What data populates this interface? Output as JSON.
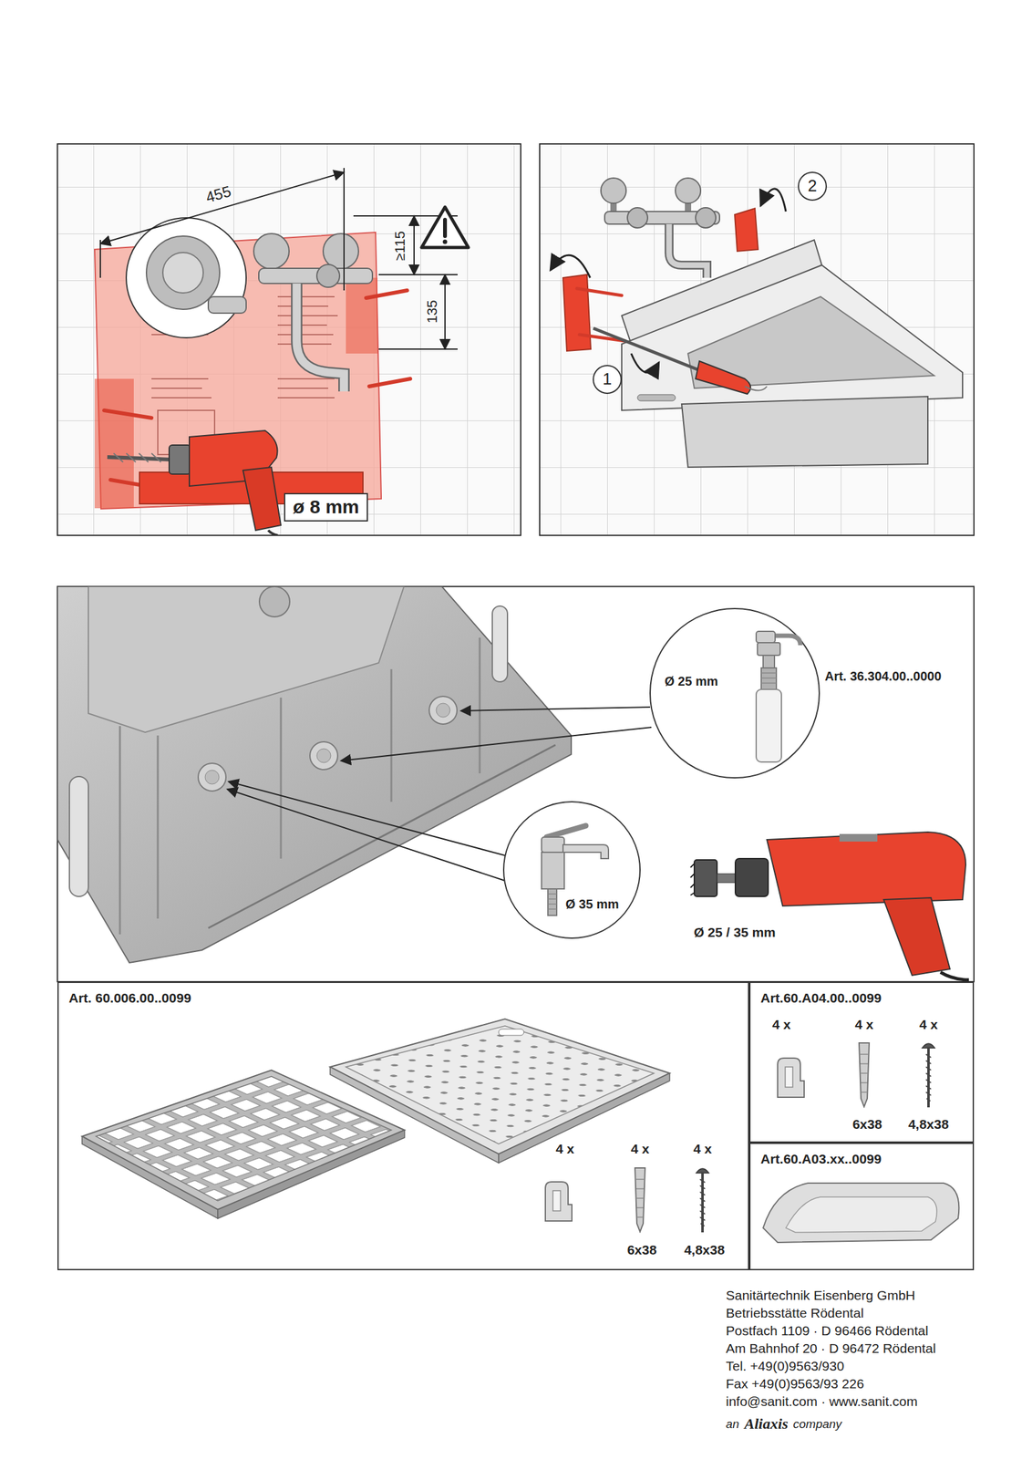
{
  "diagram": {
    "nodes": [
      {
        "text": [
          "ø 8 mm"
        ]
      },
      {
        "text": [
          "1"
        ]
      },
      {
        "text": [
          "2"
        ]
      },
      {
        "text": [
          "Ø 25 mm",
          "Art. 36.304.00..0000"
        ]
      },
      {
        "text": [
          "Ø 35 mm"
        ]
      },
      {
        "text": [
          "Art. 60.006.00..0099"
        ]
      },
      {
        "text": [
          "Art.60.A04.00..0099"
        ]
      },
      {
        "text": [
          "Art.60.A03.xx..0099"
        ]
      }
    ],
    "labels": [
      "455",
      "≥115",
      "135",
      "Ø 25 / 35 mm",
      "4 x",
      "4 x",
      "4 x",
      "6x38",
      "4,8x38",
      "4 x",
      "4 x",
      "4 x",
      "6x38",
      "4,8x38",
      "Sanitärtechnik Eisenberg GmbH",
      "Betriebsstätte Rödental",
      "Postfach 1109 · D 96466 Rödental",
      "Am Bahnhof 20 · D 96472 Rödental",
      "Tel. +49(0)9563/930",
      "Fax +49(0)9563/93 226",
      "info@sanit.com · www.sanit.com",
      "an",
      "Aliaxis",
      "company"
    ]
  }
}
